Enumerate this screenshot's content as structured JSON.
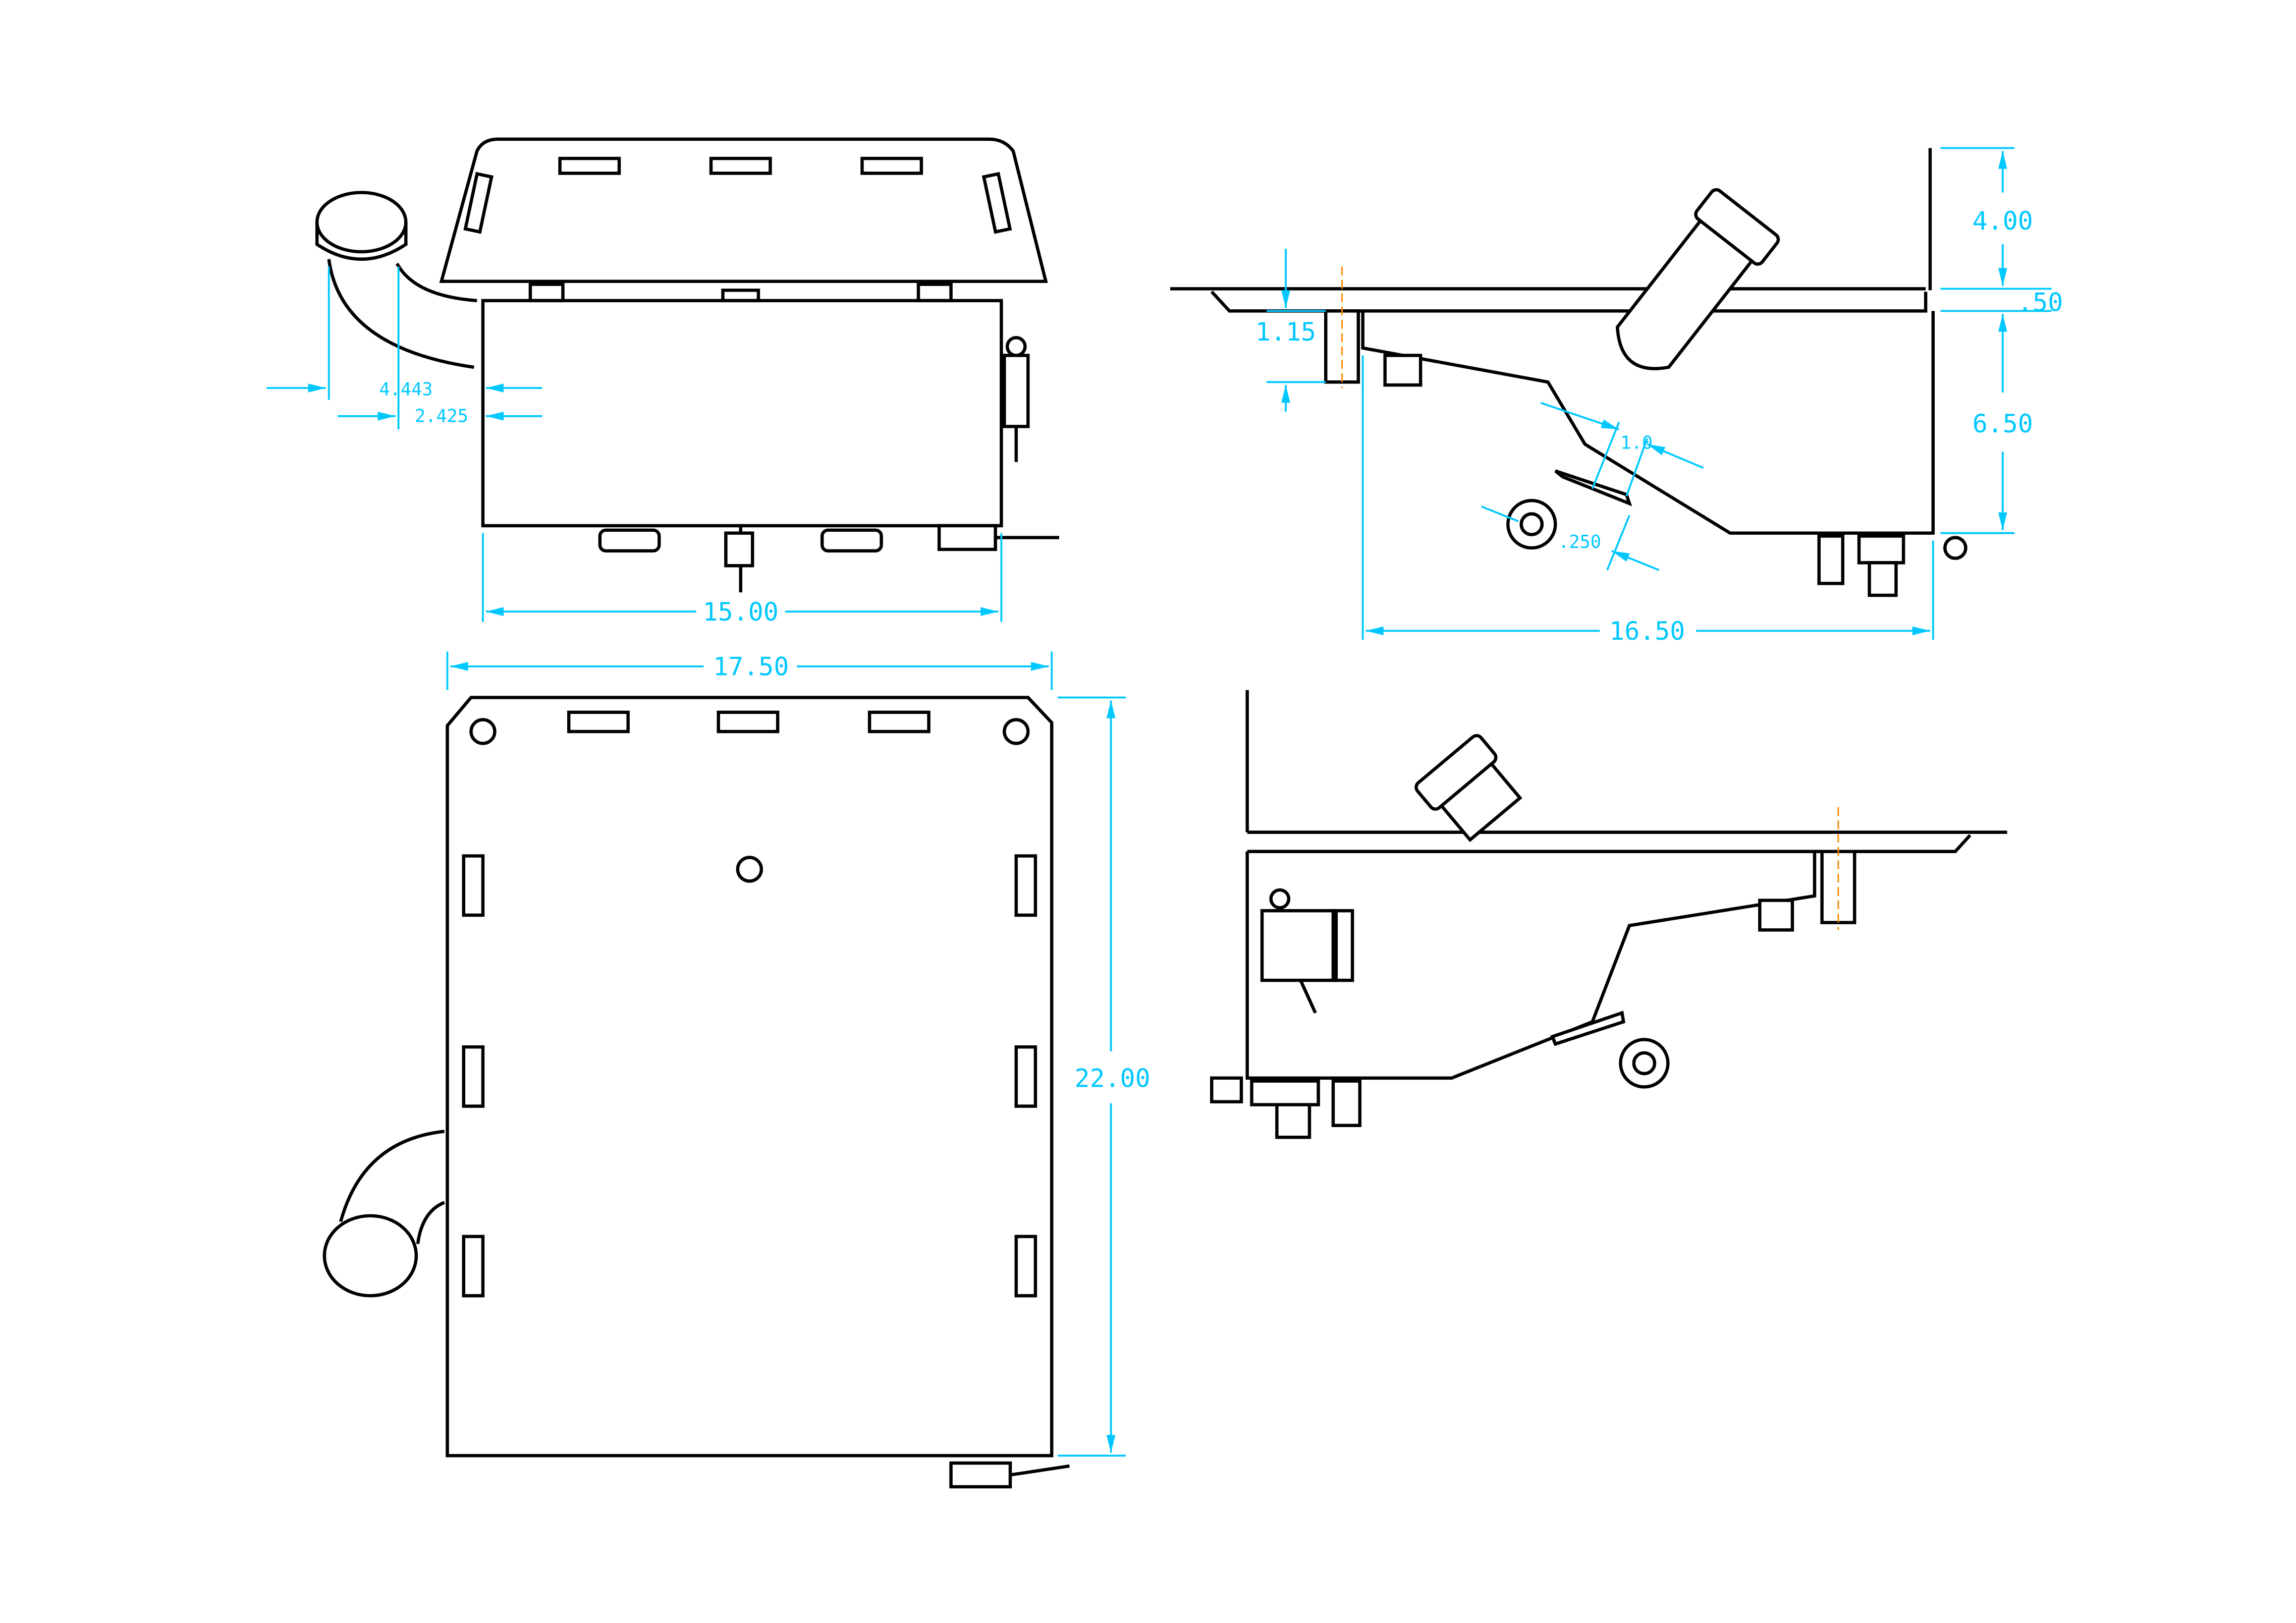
{
  "title_views": [
    "side-view",
    "right-view",
    "top-view",
    "rear-view"
  ],
  "dimensions": {
    "side_width": "15.00",
    "filler_offset_outer": "4.443",
    "filler_offset_inner": "2.425",
    "plan_width": "17.50",
    "plan_length": "22.00",
    "wall_height": "4.00",
    "flange_thickness": ".50",
    "body_depth": "6.50",
    "stud_length": "1.15",
    "pickup_slot": "1.0",
    "pickup_diameter": ".250",
    "body_length": "16.50"
  },
  "colors": {
    "outline": "#000000",
    "dimension": "#00c8ff",
    "centerline": "#ff8a00"
  }
}
